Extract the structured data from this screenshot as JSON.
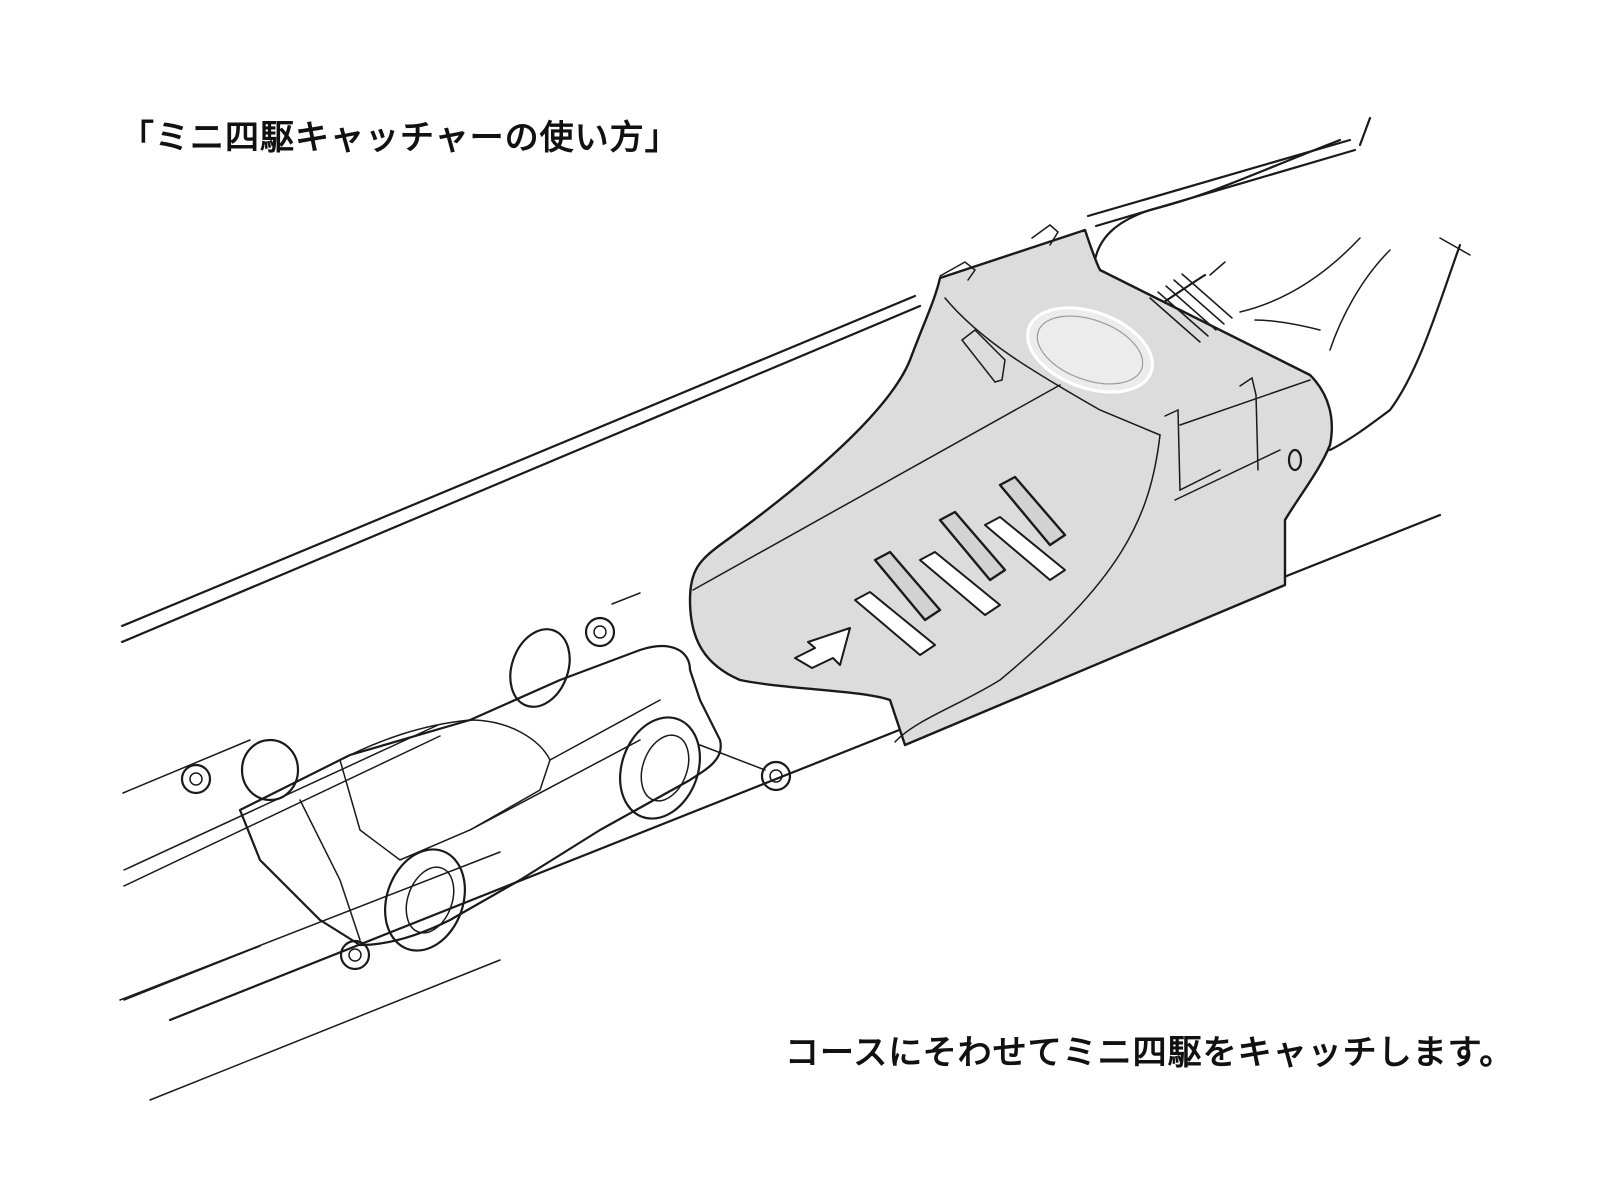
{
  "title": "「ミニ四駆キャッチャーの使い方」",
  "caption": "コースにそわせてミニ四駆をキャッチします。",
  "illustration": {
    "subject": "mini-4wd-catcher-usage",
    "elements": [
      "course-track",
      "mini-4wd-car",
      "catcher-device",
      "direction-arrow",
      "hand",
      "logo-sticker"
    ],
    "colors": {
      "line": "#1a1a1a",
      "catcher_fill": "#dcdcdc",
      "background": "#ffffff"
    }
  }
}
